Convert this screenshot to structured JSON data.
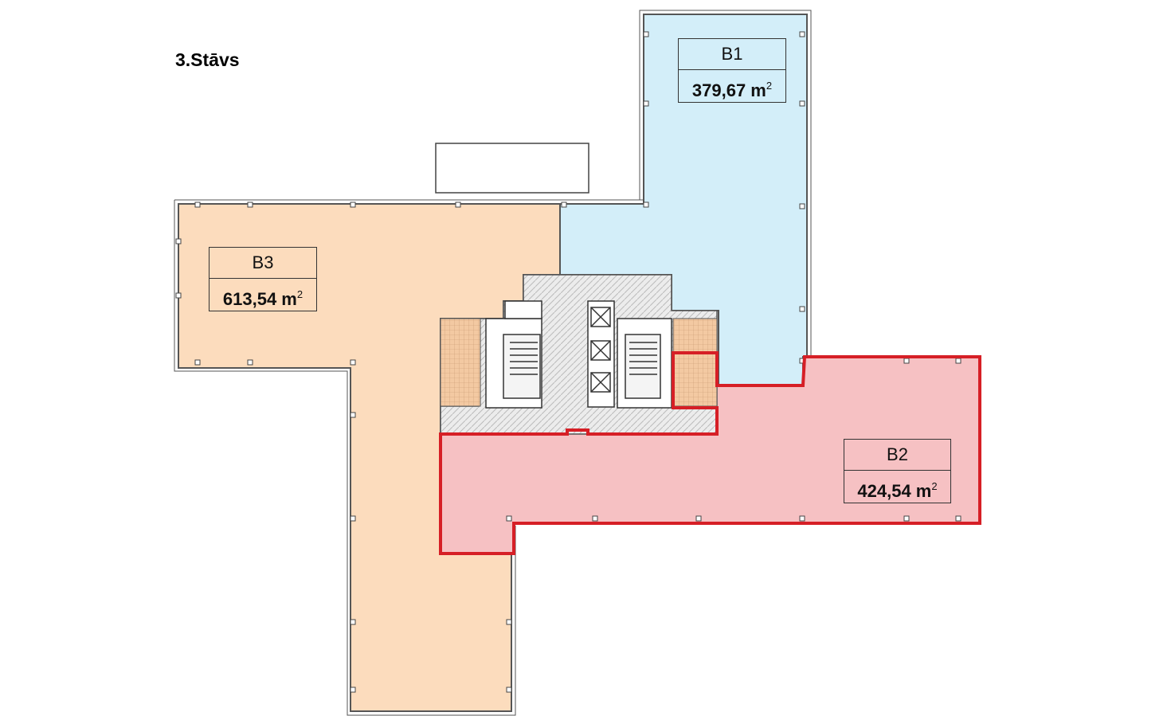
{
  "floor": {
    "title": "3.Stāvs"
  },
  "units": [
    {
      "id": "B1",
      "name": "B1",
      "area": "379,67 m",
      "area_sup": "2",
      "fill": "#d3eef9",
      "selected": false
    },
    {
      "id": "B2",
      "name": "B2",
      "area": "424,54 m",
      "area_sup": "2",
      "fill": "#f6c1c3",
      "selected": true
    },
    {
      "id": "B3",
      "name": "B3",
      "area": "613,54 m",
      "area_sup": "2",
      "fill": "#fcdcbd",
      "selected": false
    }
  ],
  "colors": {
    "wall": "#555555",
    "selection_outline": "#d61f26",
    "core_fill": "#e8e8e8",
    "toilet_fill": "#f2c9a4"
  }
}
